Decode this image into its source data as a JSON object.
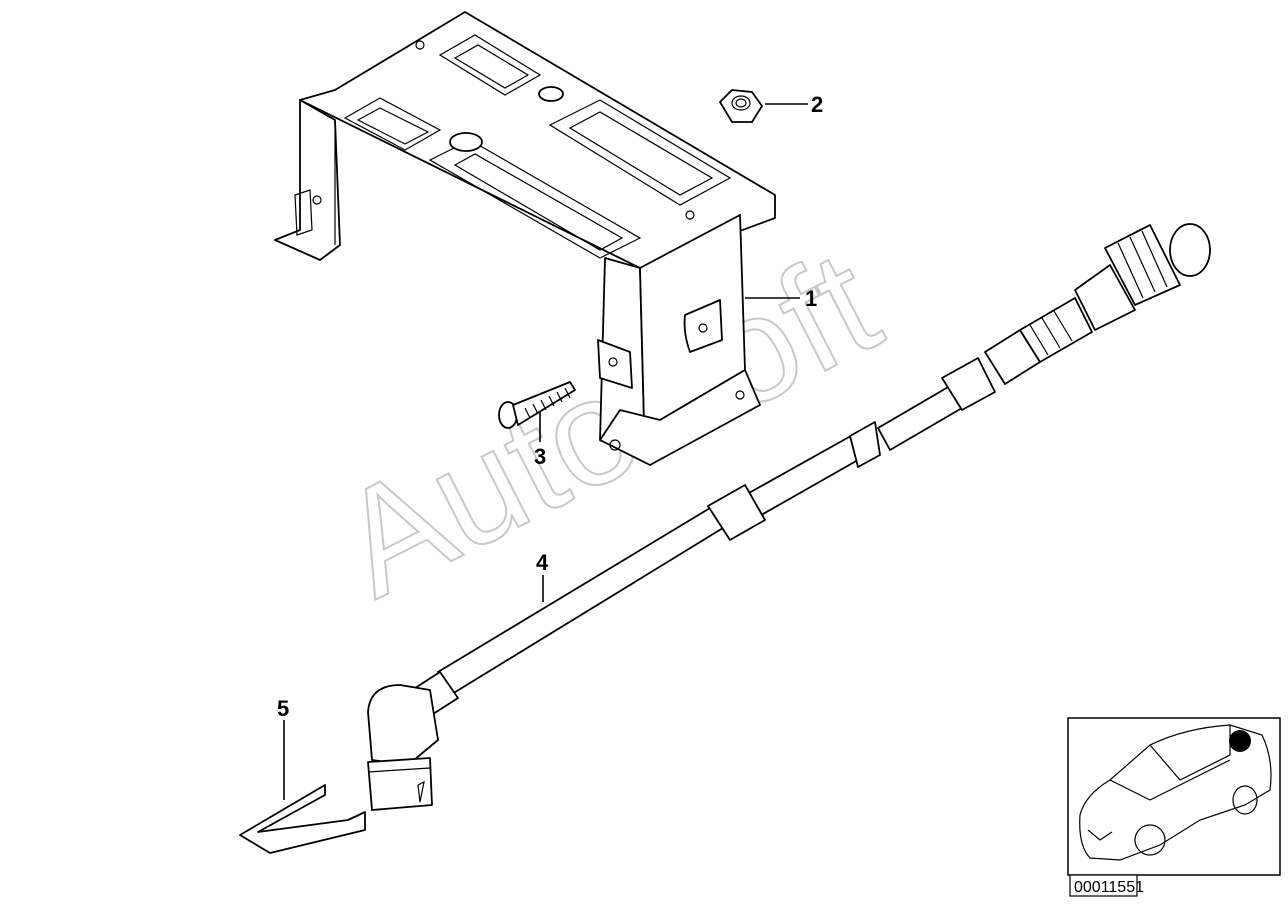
{
  "diagram": {
    "callouts": [
      {
        "id": "1",
        "label": "1"
      },
      {
        "id": "2",
        "label": "2"
      },
      {
        "id": "3",
        "label": "3"
      },
      {
        "id": "4",
        "label": "4"
      },
      {
        "id": "5",
        "label": "5"
      }
    ],
    "watermark": "AutoSoft",
    "document_number": "00011551"
  }
}
